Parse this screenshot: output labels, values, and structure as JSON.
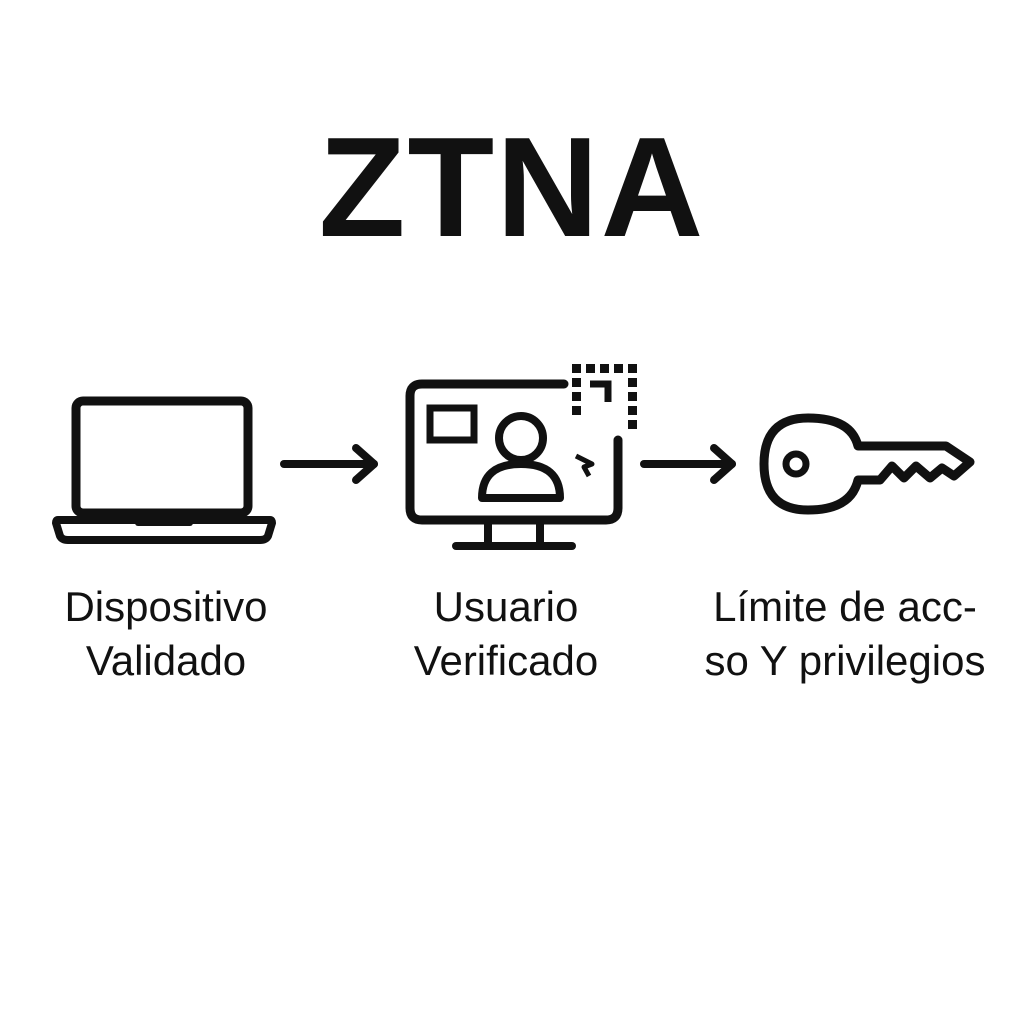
{
  "title": "ZTNA",
  "colors": {
    "ink": "#111111",
    "background": "#ffffff"
  },
  "steps": [
    {
      "icon": "laptop-icon",
      "label_lines": [
        "Dispositivo",
        "Validado"
      ]
    },
    {
      "icon": "monitor-user-icon",
      "label_lines": [
        "Usuario",
        "Verificado"
      ]
    },
    {
      "icon": "key-icon",
      "label_lines": [
        "Límite de acc-",
        "so Y privilegios"
      ]
    }
  ],
  "connectors": [
    "arrow-right-icon",
    "arrow-right-icon"
  ]
}
